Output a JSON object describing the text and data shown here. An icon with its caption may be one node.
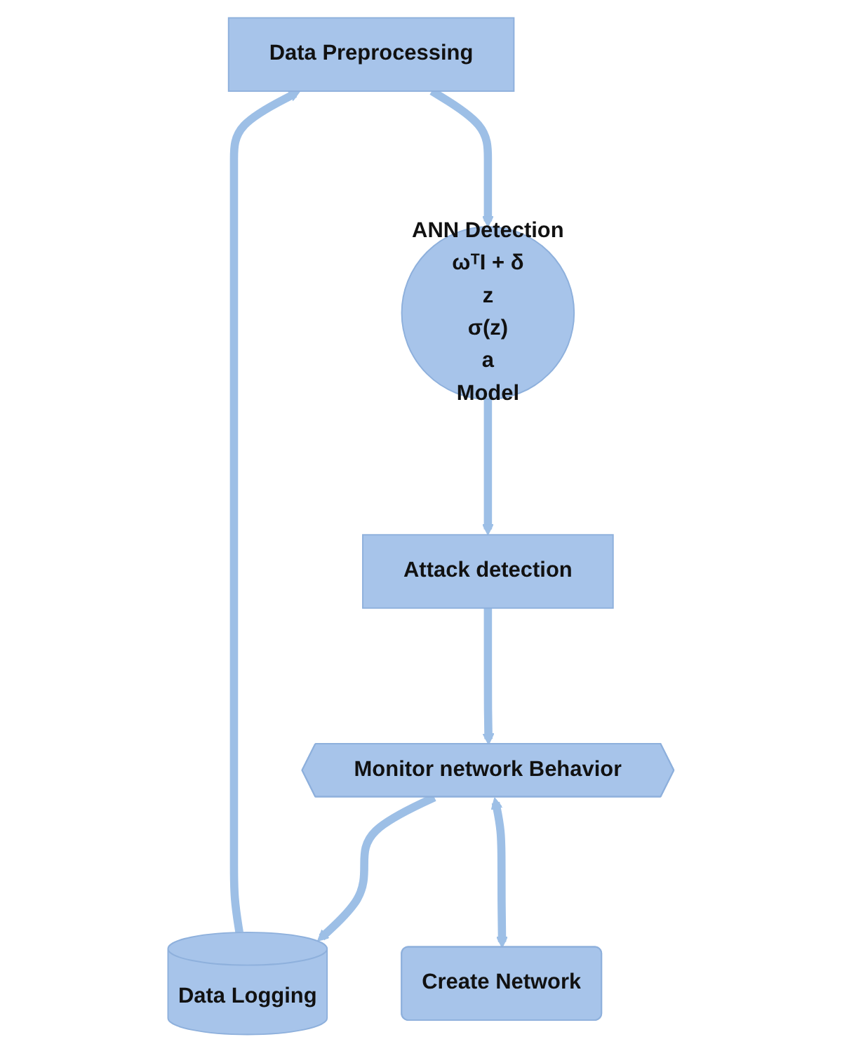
{
  "diagram": {
    "nodes": [
      {
        "text": [
          "Data Preprocessing"
        ]
      },
      {
        "text": [
          "ANN Detection",
          "ωᵀI + δ",
          "z",
          "σ(z)",
          "a",
          "Model"
        ]
      },
      {
        "text": [
          "Data Logging"
        ]
      },
      {
        "text": [
          "Attack detection"
        ]
      },
      {
        "text": [
          "Monitor network Behavior"
        ]
      },
      {
        "text": [
          "Create Network"
        ]
      }
    ],
    "edges": [
      {
        "from": 0,
        "to": 1,
        "arrow": "to"
      },
      {
        "from": 1,
        "to": 3,
        "arrow": "to"
      },
      {
        "from": 3,
        "to": 4,
        "arrow": "to"
      },
      {
        "from": 4,
        "to": 2,
        "arrow": "to"
      },
      {
        "from": 2,
        "to": 0,
        "arrow": "to"
      },
      {
        "from": 4,
        "to": 5,
        "arrow": "both"
      }
    ]
  }
}
